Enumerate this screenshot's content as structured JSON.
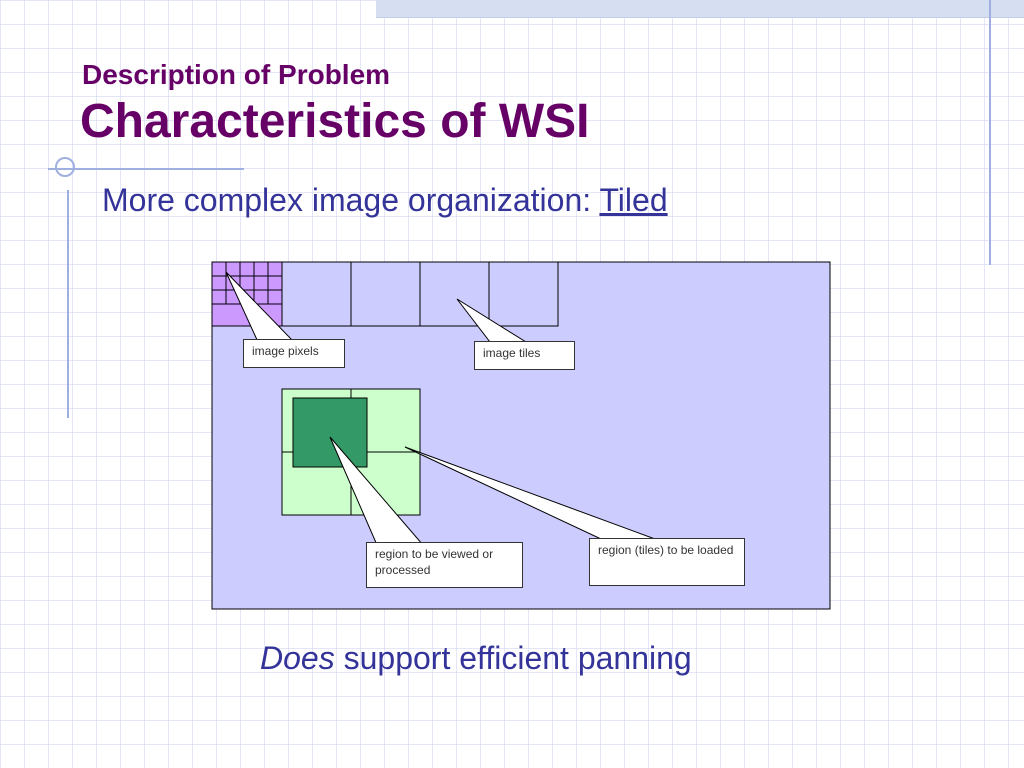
{
  "slide": {
    "subtitle": "Description of Problem",
    "title": "Characteristics of WSI",
    "bullet_prefix": "More complex image organization: ",
    "bullet_link": "Tiled",
    "bottom_italic": "Does",
    "bottom_rest": " support efficient panning"
  },
  "diagram": {
    "callouts": {
      "image_pixels": "image pixels",
      "image_tiles": "image tiles",
      "region_view": "region to be viewed or processed",
      "region_load": "region (tiles) to be loaded"
    },
    "colors": {
      "image_fill": "#ccccff",
      "pixel_fill": "#cc99ff",
      "region_tiles_fill": "#ccffcc",
      "region_view_fill": "#339966"
    }
  }
}
